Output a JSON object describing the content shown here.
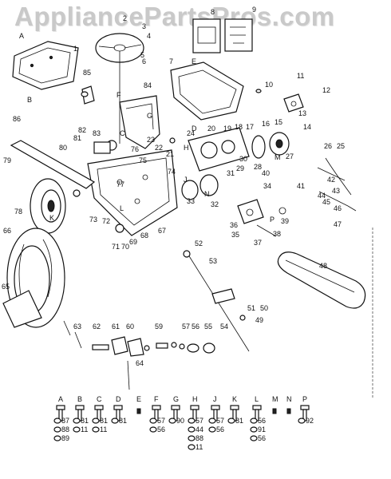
{
  "watermark": "AppliancePartsPros.com",
  "callouts": [
    "1",
    "2",
    "3",
    "4",
    "5",
    "6",
    "7",
    "8",
    "9",
    "10",
    "11",
    "12",
    "13",
    "14",
    "15",
    "16",
    "17",
    "18",
    "19",
    "20",
    "21",
    "22",
    "23",
    "24",
    "25",
    "26",
    "27",
    "28",
    "29",
    "30",
    "31",
    "32",
    "33",
    "34",
    "35",
    "36",
    "37",
    "38",
    "39",
    "40",
    "41",
    "42",
    "43",
    "44",
    "45",
    "46",
    "47",
    "48",
    "49",
    "50",
    "51",
    "52",
    "53",
    "54",
    "55",
    "56",
    "57",
    "59",
    "60",
    "61",
    "62",
    "63",
    "64",
    "65",
    "66",
    "67",
    "68",
    "69",
    "70",
    "71",
    "72",
    "73",
    "74",
    "75",
    "76",
    "77",
    "78",
    "79",
    "80",
    "81",
    "82",
    "83",
    "84",
    "85",
    "86",
    "87",
    "88",
    "89",
    "90",
    "91",
    "92"
  ],
  "side_letters": [
    "A",
    "B",
    "C",
    "D",
    "E",
    "F",
    "G",
    "H",
    "J",
    "K",
    "L",
    "M",
    "N",
    "P"
  ],
  "hardware_legend": [
    {
      "letter": "A",
      "refs": [
        "87",
        "88",
        "89"
      ]
    },
    {
      "letter": "B",
      "refs": [
        "81",
        "11"
      ]
    },
    {
      "letter": "C",
      "refs": [
        "81",
        "11"
      ]
    },
    {
      "letter": "D",
      "refs": [
        "81"
      ]
    },
    {
      "letter": "E",
      "refs": []
    },
    {
      "letter": "F",
      "refs": [
        "57",
        "56"
      ]
    },
    {
      "letter": "G",
      "refs": [
        "90"
      ]
    },
    {
      "letter": "H",
      "refs": [
        "57",
        "44",
        "88",
        "11"
      ]
    },
    {
      "letter": "J",
      "refs": [
        "57",
        "56"
      ]
    },
    {
      "letter": "K",
      "refs": [
        "81"
      ]
    },
    {
      "letter": "L",
      "refs": [
        "56",
        "91",
        "56"
      ]
    },
    {
      "letter": "M",
      "refs": []
    },
    {
      "letter": "N",
      "refs": []
    },
    {
      "letter": "P",
      "refs": [
        "92"
      ]
    }
  ]
}
